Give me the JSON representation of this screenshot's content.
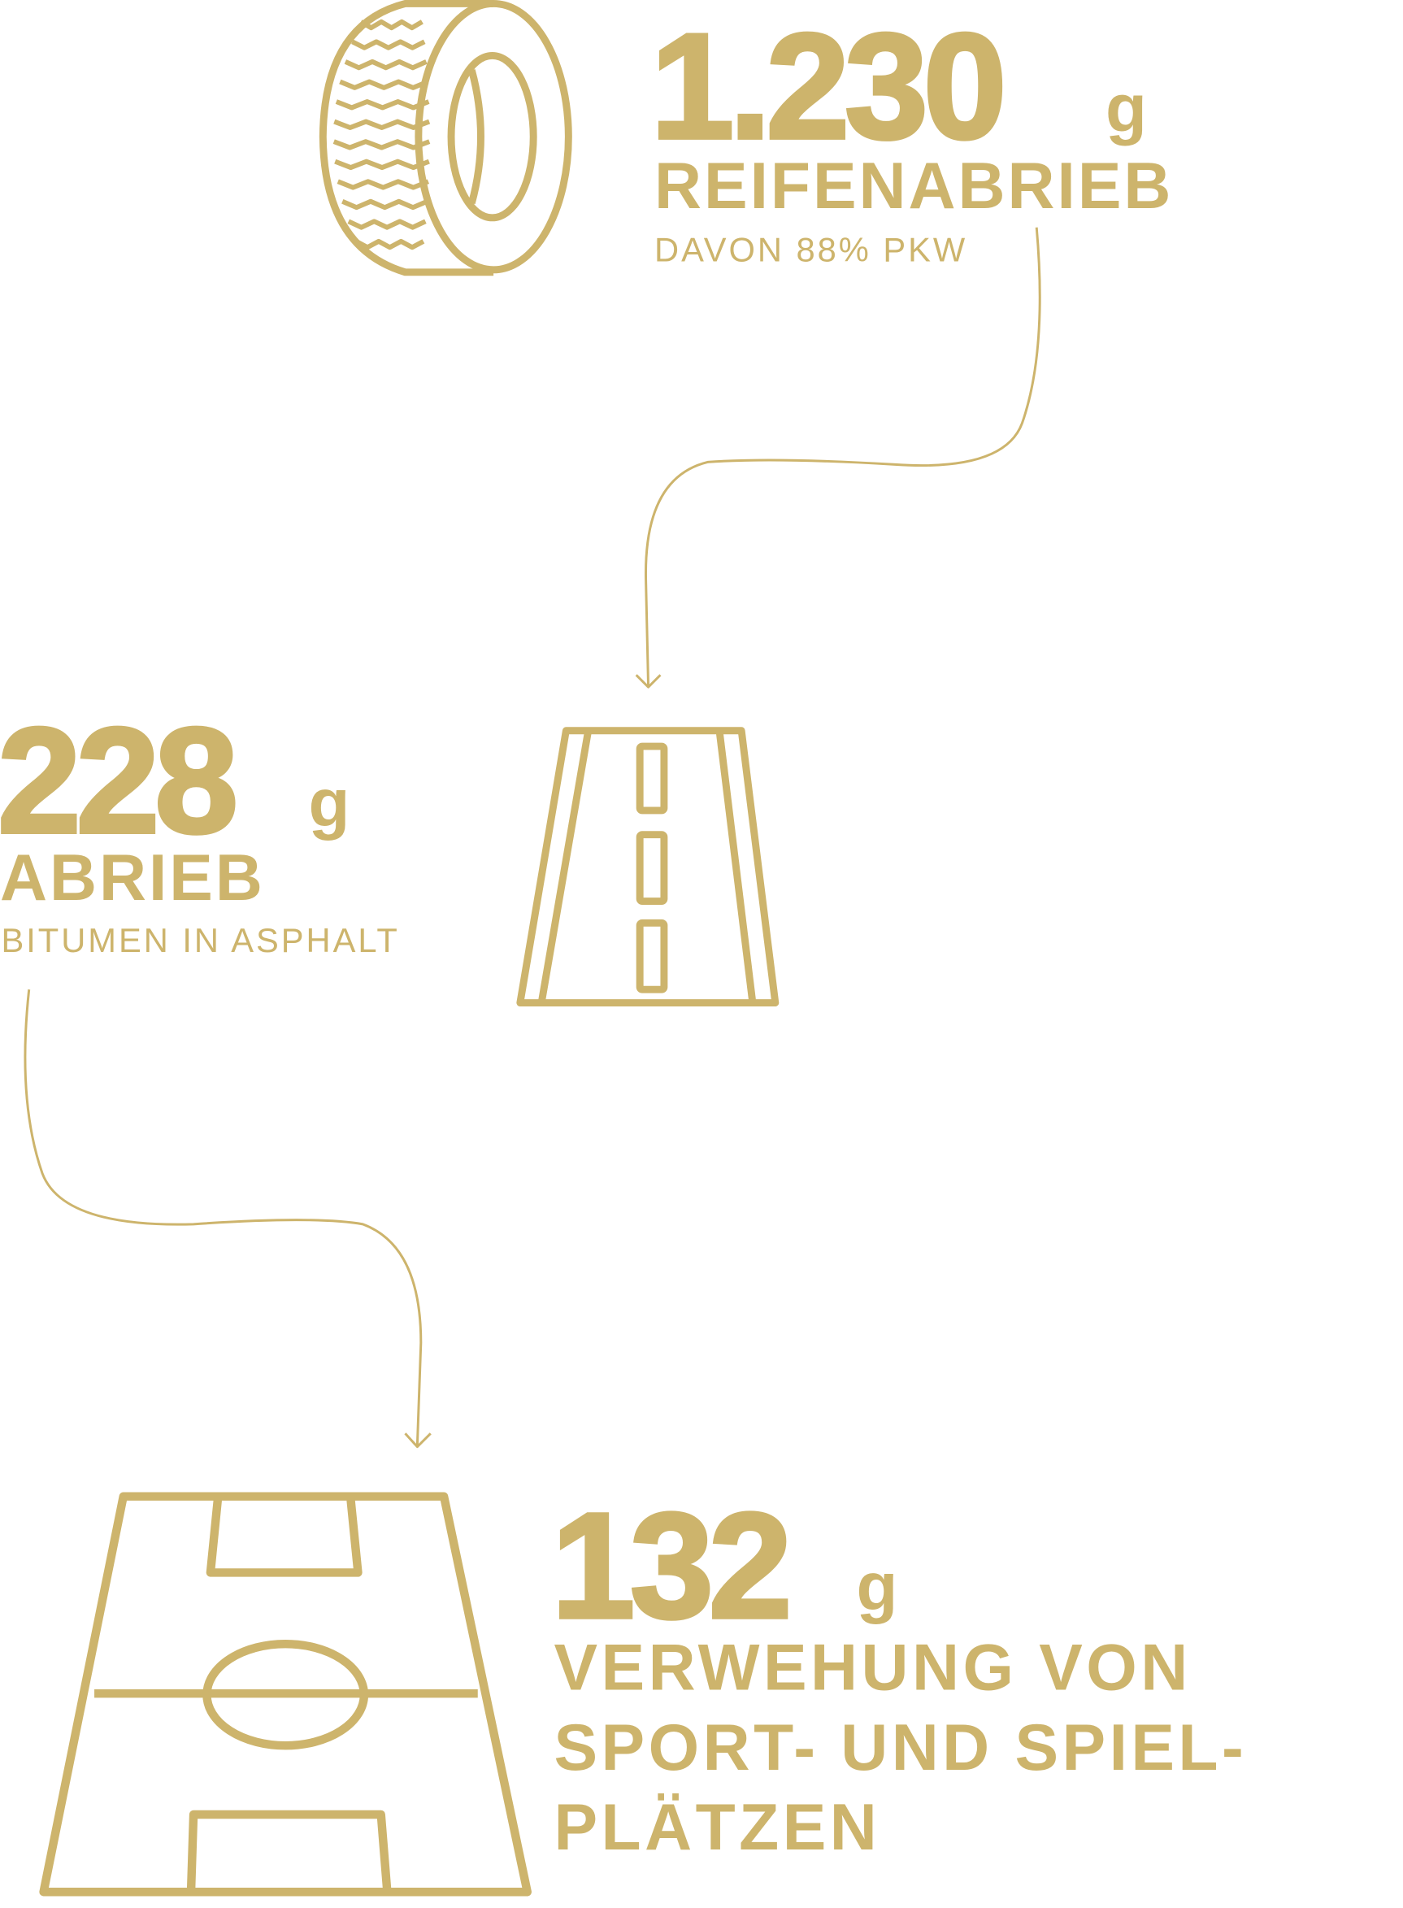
{
  "accent_color": "#CDB46C",
  "items": [
    {
      "value": "1.230",
      "unit": "g",
      "label": "REIFENABRIEB",
      "sub": "DAVON 88% PKW",
      "icon": "tire-icon"
    },
    {
      "value": "228",
      "unit": "g",
      "label": "ABRIEB",
      "sub": "BITUMEN IN ASPHALT",
      "icon": "road-icon"
    },
    {
      "value": "132",
      "unit": "g",
      "label_lines": [
        "VERWEHUNG VON",
        "SPORT- UND SPIEL-",
        "PLÄTZEN"
      ],
      "icon": "sports-field-icon"
    }
  ]
}
